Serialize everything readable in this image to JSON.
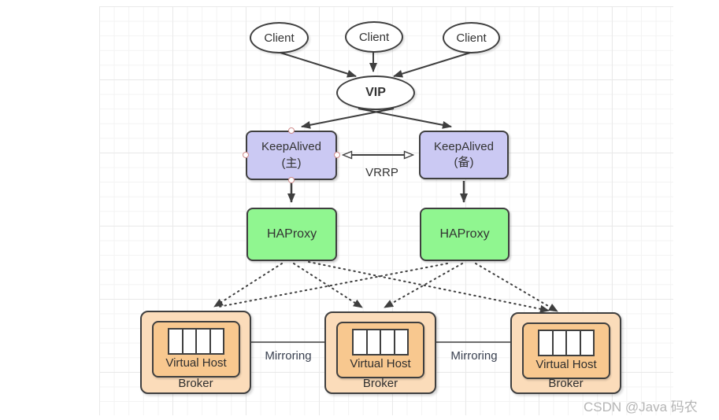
{
  "diagram": {
    "clients": [
      {
        "label": "Client"
      },
      {
        "label": "Client"
      },
      {
        "label": "Client"
      }
    ],
    "vip": {
      "label": "VIP"
    },
    "keepalived_nodes": [
      {
        "name": "KeepAlived",
        "role": "(主)"
      },
      {
        "name": "KeepAlived",
        "role": "(备)"
      }
    ],
    "vrrp_label": "VRRP",
    "haproxy_nodes": [
      {
        "label": "HAProxy"
      },
      {
        "label": "HAProxy"
      }
    ],
    "brokers": [
      {
        "virtual_host": "Virtual Host",
        "label": "Broker",
        "queue_cells": 4
      },
      {
        "virtual_host": "Virtual Host",
        "label": "Broker",
        "queue_cells": 4
      },
      {
        "virtual_host": "Virtual Host",
        "label": "Broker",
        "queue_cells": 4
      }
    ],
    "mirroring_labels": [
      "Mirroring",
      "Mirroring"
    ],
    "watermark": "CSDN @Java 码农",
    "colors": {
      "keepalived_fill": "#cbc9f3",
      "haproxy_fill": "#90f690",
      "broker_outer_fill": "#fbdcba",
      "broker_inner_fill": "#f8c88f",
      "line": "#3f3f3f",
      "mirroring_text": "#3a4150",
      "watermark_text": "#b5b5b5"
    }
  }
}
